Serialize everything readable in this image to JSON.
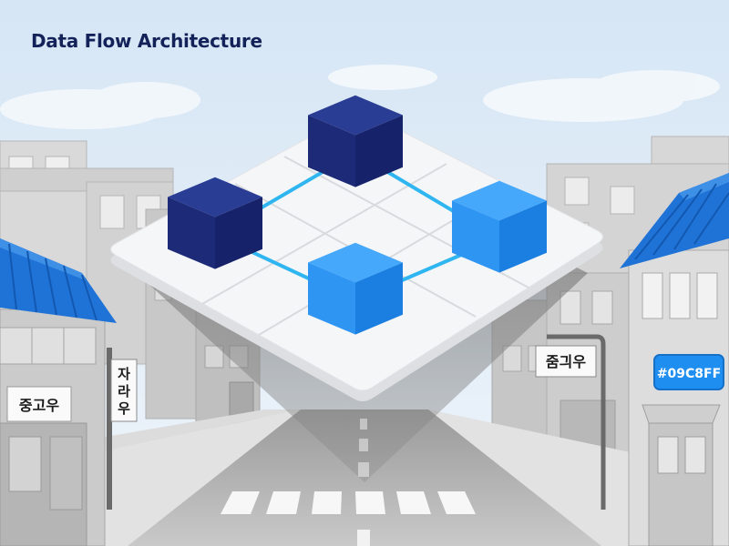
{
  "title": "Data Flow Architecture",
  "signs": {
    "left_shop": "중고우",
    "left_post_chars": [
      "자",
      "라",
      "우"
    ],
    "right_post": "줌긔우",
    "right_badge": "#09C8FF"
  },
  "colors": {
    "sky": "#dbe9f6",
    "cube_dark": "#1a2a78",
    "cube_bright": "#1d8cf0",
    "connector": "#2fb6f0",
    "platform": "#f5f6f8",
    "badge": "#1e8ff0"
  },
  "diagram": {
    "nodes": [
      {
        "id": "top",
        "tone": "dark"
      },
      {
        "id": "left",
        "tone": "dark"
      },
      {
        "id": "right",
        "tone": "bright"
      },
      {
        "id": "bottom",
        "tone": "bright"
      }
    ],
    "edges": [
      {
        "from": "left",
        "to": "top"
      },
      {
        "from": "top",
        "to": "right"
      },
      {
        "from": "left",
        "to": "bottom"
      },
      {
        "from": "bottom",
        "to": "right"
      }
    ]
  }
}
